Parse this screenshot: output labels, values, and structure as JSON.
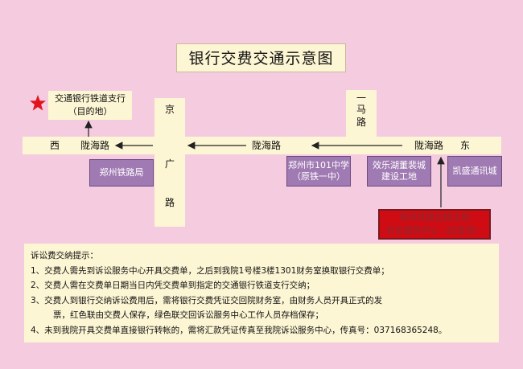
{
  "title": "银行交费交通示意图",
  "destination": {
    "line1": "交通银行铁道支行",
    "line2": "（目的地）"
  },
  "roads": {
    "longhai_west_dir": "西",
    "longhai_west": "陇海路",
    "longhai_middle": "陇海路",
    "longhai_east": "陇海路",
    "longhai_east_dir": "东",
    "jingguang_1": "京",
    "jingguang_2": "广",
    "jingguang_3": "路",
    "yima_1": "一",
    "yima_2": "马",
    "yima_3": "路"
  },
  "landmarks": {
    "railway_bureau": "郑州铁路局",
    "school_line1": "郑州市101中学",
    "school_line2": "（原铁一中）",
    "construction_line1": "效乐湖董裴城",
    "construction_line2": "建设工地",
    "kaisheng": "凯盛通讯城"
  },
  "court": {
    "line1": "郑州铁路运输法院",
    "line2": "诉讼服务中心（出发地）"
  },
  "notes": {
    "heading": "诉讼费交纳提示：",
    "item1": "1、交费人需先到诉讼服务中心开具交费单，之后到我院1号楼3楼1301财务室换取银行交费单；",
    "item2": "2、交费人需在交费单日期当日内凭交费单到指定的交通银行铁道支行交纳；",
    "item3a": "3、交费人到银行交纳诉讼费用后，需将银行交费凭证交回院财务室，由财务人员开具正式的发",
    "item3b": "票，红色联由交费人保存，绿色联交回诉讼服务中心工作人员存档保存；",
    "item4": "4、未到我院开具交费单直接银行转帐的，需将汇款凭证传真至我院诉讼服务中心，传真号：037168365248。"
  },
  "colors": {
    "background": "#f5cbe0",
    "road": "#fdf6d4",
    "landmark": "#a07ab2",
    "court": "#cf0c14",
    "star": "#e1141e"
  }
}
